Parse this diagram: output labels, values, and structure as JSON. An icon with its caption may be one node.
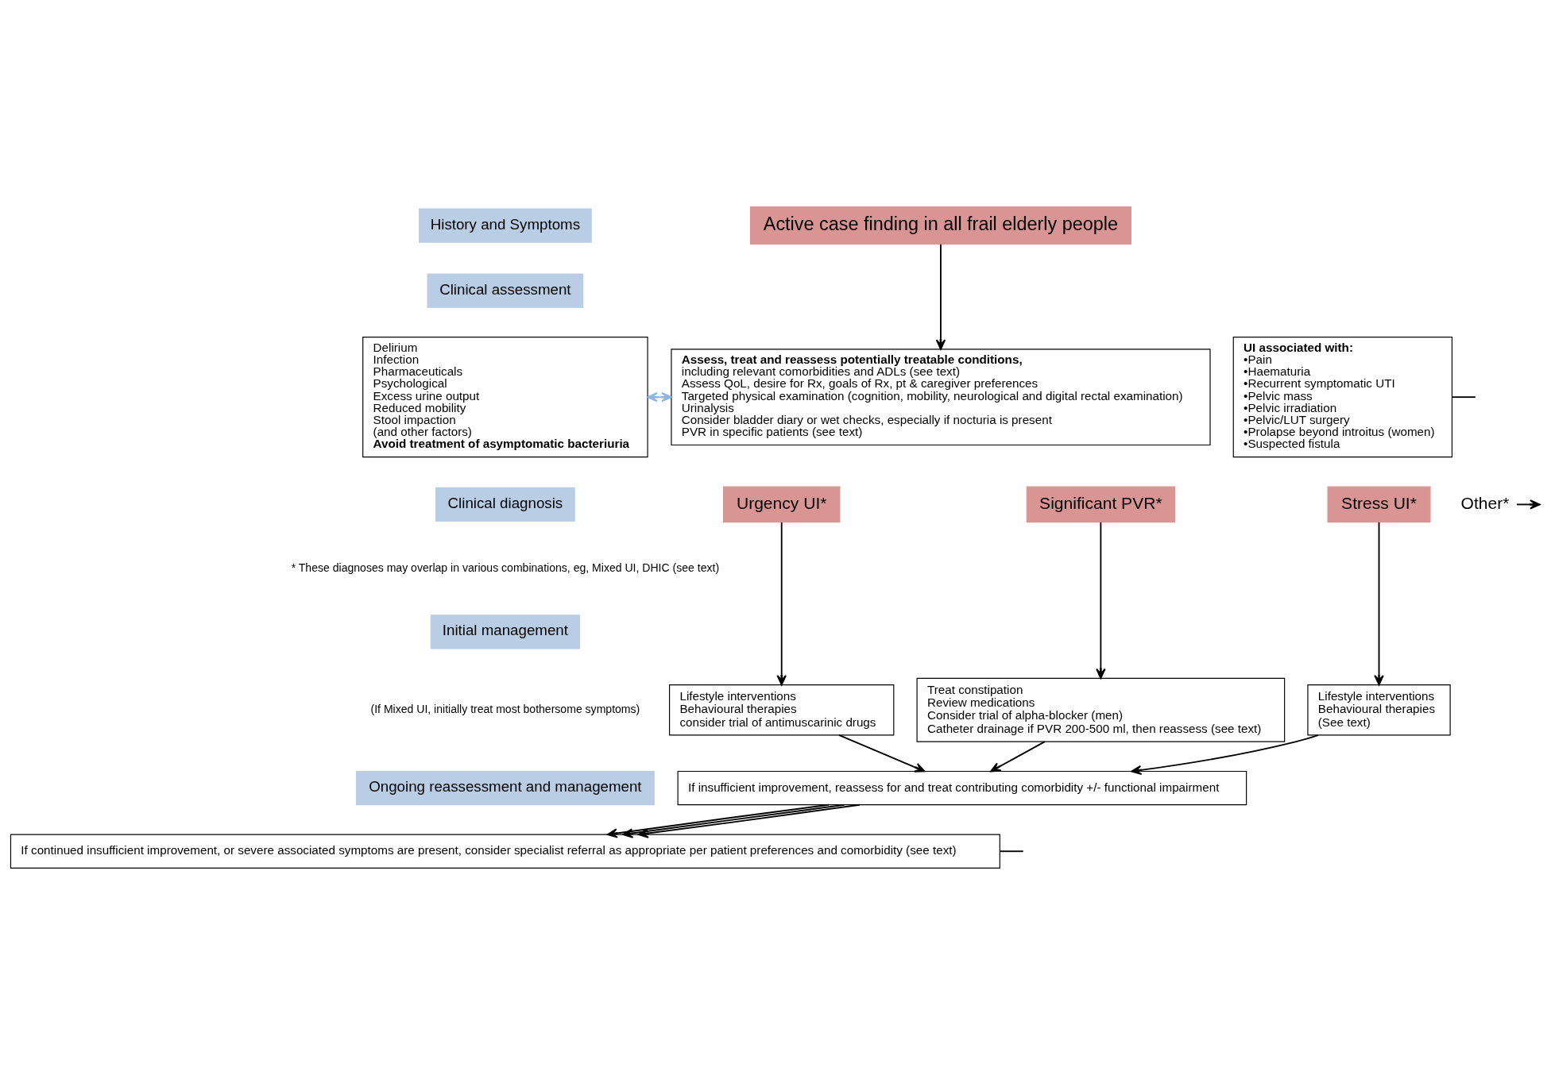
{
  "diagram": {
    "nodes": [
      {
        "text": [
          "History and Symptoms"
        ]
      },
      {
        "text": [
          "Clinical assessment"
        ]
      },
      {
        "text": [
          "Clinical diagnosis"
        ]
      },
      {
        "text": [
          "Initial management"
        ]
      },
      {
        "text": [
          "Ongoing reassessment and management"
        ]
      },
      {
        "text": [
          "Active case finding in all frail elderly people"
        ]
      },
      {
        "text": [
          "Delirium",
          "Infection",
          "Pharmaceuticals",
          "Psychological",
          "Excess urine output",
          "Reduced mobility",
          "Stool impaction",
          "(and other factors)",
          "Avoid treatment of asymptomatic bacteriuria"
        ]
      },
      {
        "text": [
          "Assess, treat and reassess potentially treatable conditions,",
          "including relevant comorbidities and ADLs (see text)",
          "Assess QoL, desire for Rx, goals of Rx, pt & caregiver preferences",
          "Targeted physical examination (cognition, mobility, neurological and digital rectal examination)",
          "Urinalysis",
          "Consider bladder diary or wet checks, especially if nocturia is present",
          "PVR in specific patients (see text)"
        ]
      },
      {
        "text": [
          "UI associated with:",
          "•Pain",
          "•Haematuria",
          "•Recurrent symptomatic UTI",
          "•Pelvic mass",
          "•Pelvic irradiation",
          "•Pelvic/LUT surgery",
          "•Prolapse beyond introitus (women)",
          "•Suspected fistula"
        ]
      },
      {
        "text": [
          "Urgency UI*"
        ]
      },
      {
        "text": [
          "Significant PVR*"
        ]
      },
      {
        "text": [
          "Stress UI*"
        ]
      },
      {
        "text": [
          "Other*"
        ]
      },
      {
        "text": [
          "Lifestyle interventions",
          "Behavioural therapies",
          "consider trial of antimuscarinic drugs"
        ]
      },
      {
        "text": [
          "Treat constipation",
          "Review medications",
          "Consider trial of alpha-blocker (men)",
          "Catheter drainage if PVR 200-500 ml, then reassess (see text)"
        ]
      },
      {
        "text": [
          "Lifestyle interventions",
          "Behavioural therapies",
          "(See text)"
        ]
      },
      {
        "text": [
          "If insufficient improvement, reassess for and treat contributing comorbidity +/- functional impairment"
        ]
      },
      {
        "text": [
          "If continued insufficient improvement, or severe associated symptoms are present, consider specialist referral as appropriate per patient preferences and comorbidity (see text)"
        ]
      }
    ],
    "edges": [
      {
        "from": 5,
        "to": 7,
        "arrow": "to"
      },
      {
        "from": 6,
        "to": 7,
        "arrow": "both",
        "color": "#8eb4e3"
      },
      {
        "from": 8,
        "to": null,
        "arrow": "none"
      },
      {
        "from": 9,
        "to": 13,
        "arrow": "to"
      },
      {
        "from": 10,
        "to": 14,
        "arrow": "to"
      },
      {
        "from": 11,
        "to": 15,
        "arrow": "to"
      },
      {
        "from": 12,
        "to": null,
        "arrow": "to"
      },
      {
        "from": 13,
        "to": 16,
        "arrow": "to"
      },
      {
        "from": 14,
        "to": 16,
        "arrow": "to"
      },
      {
        "from": 15,
        "to": 16,
        "arrow": "to"
      },
      {
        "from": 16,
        "to": 17,
        "arrow": "to"
      },
      {
        "from": 16,
        "to": 17,
        "arrow": "to"
      },
      {
        "from": 16,
        "to": 17,
        "arrow": "to"
      },
      {
        "from": 17,
        "to": null,
        "arrow": "none"
      }
    ],
    "labels": [
      "* These diagnoses may overlap in various combinations, eg, Mixed UI, DHIC (see text)",
      "(If Mixed UI, initially treat most bothersome symptoms)"
    ]
  }
}
